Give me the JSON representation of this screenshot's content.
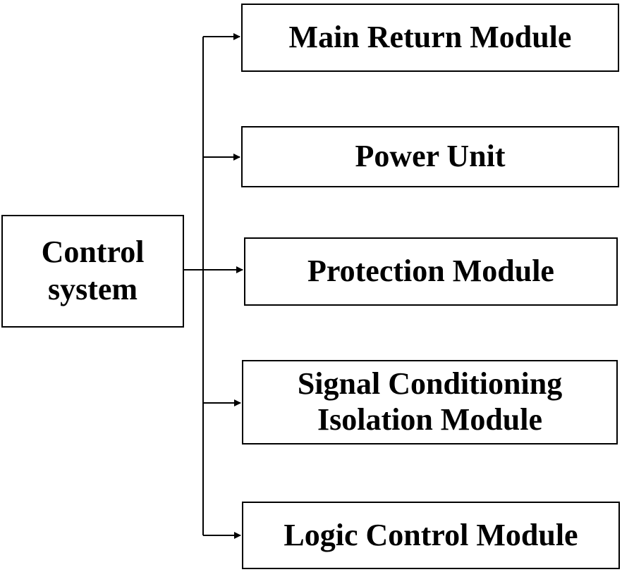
{
  "source": {
    "lines": [
      "Control",
      "system"
    ]
  },
  "modules": [
    {
      "lines": [
        "Main Return Module"
      ]
    },
    {
      "lines": [
        "Power Unit"
      ]
    },
    {
      "lines": [
        "Protection Module"
      ]
    },
    {
      "lines": [
        "Signal Conditioning",
        "Isolation Module"
      ]
    },
    {
      "lines": [
        "Logic Control Module"
      ]
    }
  ]
}
